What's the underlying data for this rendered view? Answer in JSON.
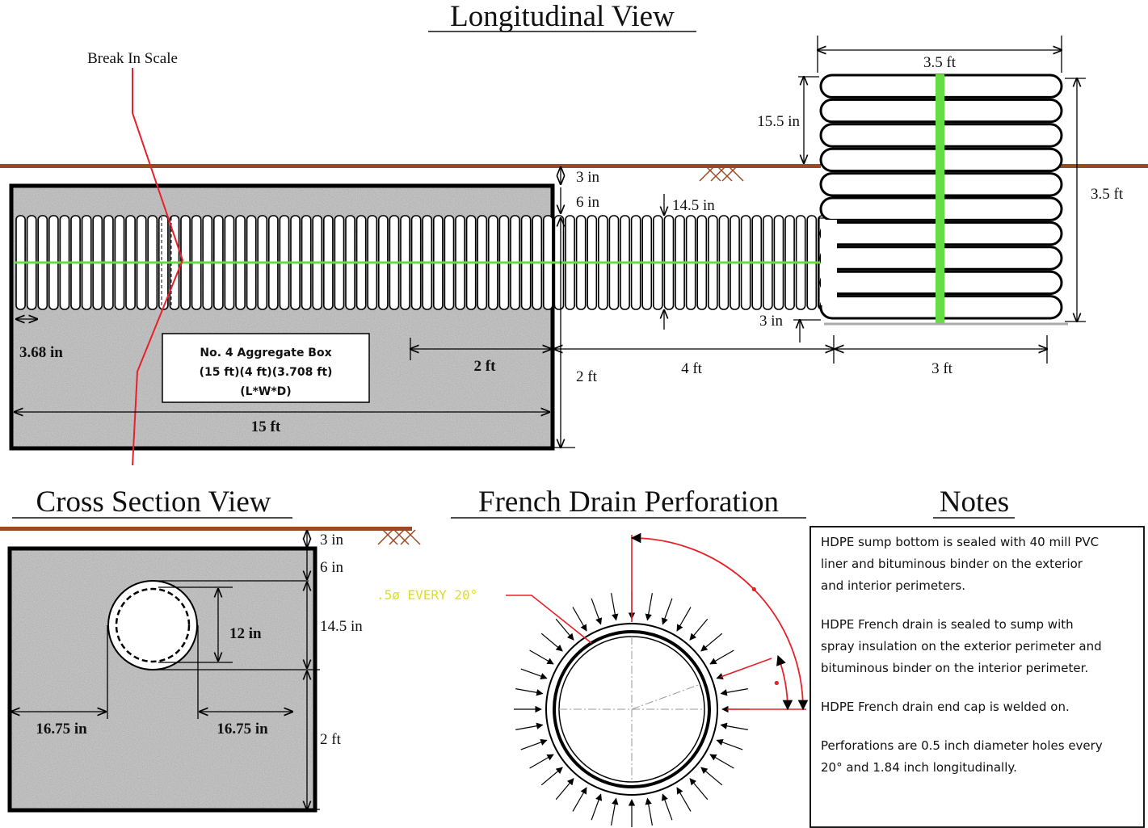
{
  "titles": {
    "longitudinal": "Longitudinal View",
    "cross_section": "Cross Section View",
    "perforation": "French Drain Perforation",
    "notes": "Notes"
  },
  "longitudinal": {
    "break_label": "Break In Scale",
    "dim_sump_width": "3.5 ft",
    "dim_sump_height": "3.5 ft",
    "dim_above_ground": "15.5 in",
    "dim_cover": "3 in",
    "dim_pipe_top": "6 in",
    "dim_pipe_dia": "14.5 in",
    "dim_sump_bottom": "3 in",
    "dim_pipe_gap": "3.68 in",
    "dim_box_section": "2 ft",
    "dim_below": "2 ft",
    "dim_exposed": "4 ft",
    "dim_sump_base": "3 ft",
    "dim_box_length": "15 ft",
    "box_label_1": "No. 4 Aggregate Box",
    "box_label_2": "(15 ft)(4 ft)(3.708 ft)",
    "box_label_3": "(L*W*D)"
  },
  "cross_section": {
    "dim_cover": "3 in",
    "dim_top": "6 in",
    "dim_dia": "14.5 in",
    "dim_inner": "12 in",
    "dim_left": "16.75 in",
    "dim_right": "16.75 in",
    "dim_bottom": "2 ft"
  },
  "perforation": {
    "label": ".5ø EVERY 20°",
    "arc_mark_1": "•",
    "arc_mark_2": "•"
  },
  "notes": [
    [
      "HDPE sump bottom is sealed with 40 mill PVC",
      "liner and bituminous binder on the exterior",
      "and interior perimeters."
    ],
    [
      "HDPE French drain is sealed to sump with",
      "spray insulation on the exterior perimeter and",
      "bituminous binder on the interior perimeter."
    ],
    [
      "HDPE French drain end cap is welded on."
    ],
    [
      "Perforations are 0.5 inch diameter holes every",
      "20° and 1.84 inch longitudinally."
    ]
  ],
  "colors": {
    "ground": "#9a4a22",
    "aggregate": "#b4b4b4",
    "center_line": "#66dd44",
    "break_line": "#e8202a",
    "perf_label": "#dede22"
  }
}
